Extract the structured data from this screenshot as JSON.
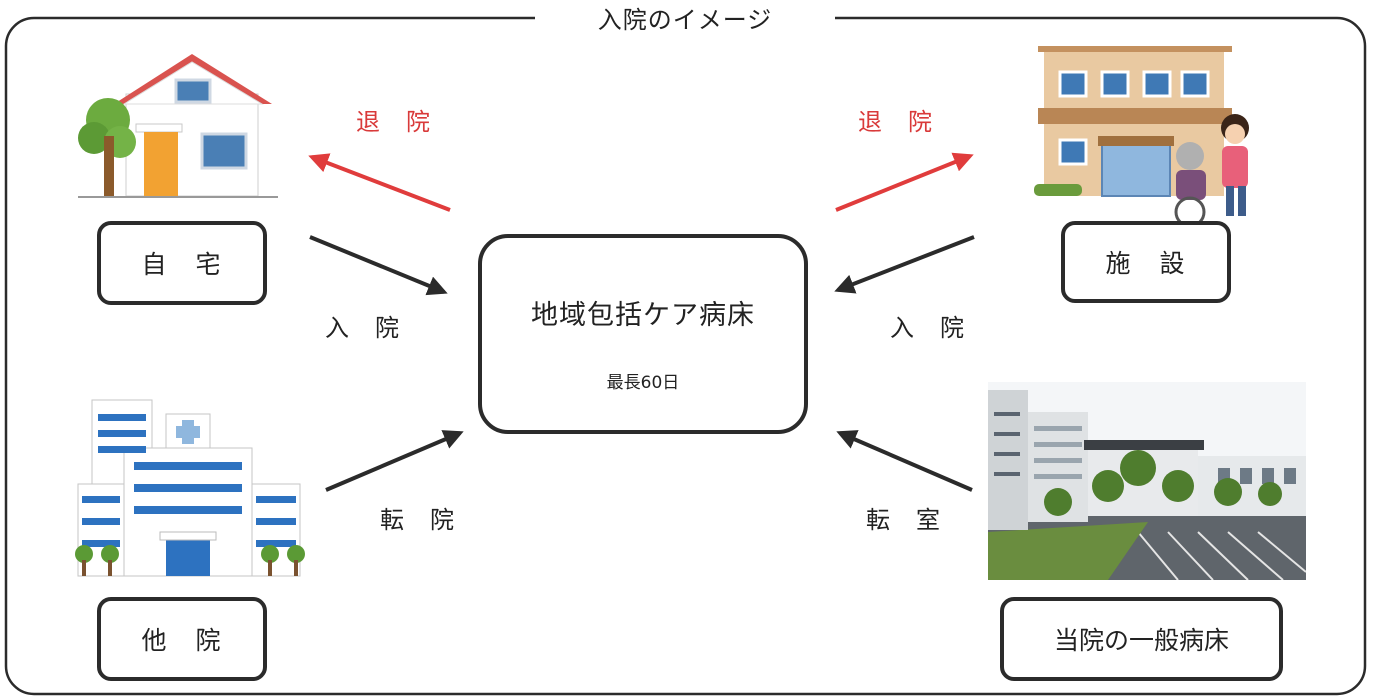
{
  "title": "入院のイメージ",
  "center": {
    "title": "地域包括ケア病床",
    "subtitle": "最長60日"
  },
  "nodes": {
    "home": "自　宅",
    "facility": "施　設",
    "other_hospital": "他　院",
    "general_ward": "当院の一般病床"
  },
  "labels": {
    "discharge_left": "退　院",
    "discharge_right": "退　院",
    "admit_left": "入　院",
    "admit_right": "入　院",
    "transfer_hospital": "転　院",
    "transfer_room": "転　室"
  },
  "colors": {
    "arrow_dark": "#2b2b2b",
    "arrow_red": "#e03c3c",
    "text_red": "#d93a3a"
  }
}
